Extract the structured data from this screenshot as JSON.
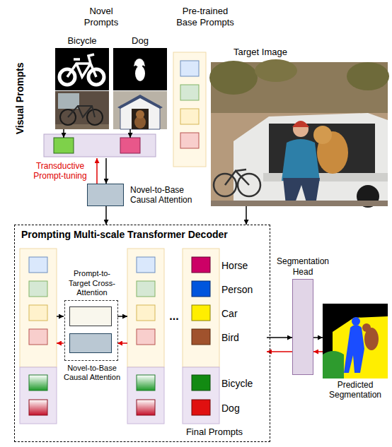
{
  "diagram": {
    "nodes": [
      {
        "text": [
          "Novel Prompts"
        ]
      },
      {
        "text": [
          "Bicycle"
        ],
        "in": 0
      },
      {
        "text": [
          "Dog"
        ],
        "in": 0
      },
      {
        "text": [
          "Pre-trained Base Prompts"
        ]
      },
      {
        "text": [
          "Target Image"
        ]
      },
      {
        "text": [
          "Novel-to-Base Causal Attention"
        ]
      },
      {
        "text": [
          "Prompting Multi-scale Transformer Decoder"
        ]
      },
      {
        "text": [
          "Prompt-to-Target Cross-Attention",
          "Novel-to-Base Causal Attention"
        ],
        "in": 6
      },
      {
        "text": [
          "Horse",
          "Person",
          "Car",
          "Bird",
          "Bicycle",
          "Dog",
          "Final Prompts"
        ],
        "in": 6
      },
      {
        "text": [
          "Segmentation Head"
        ]
      },
      {
        "text": [
          "Predicted Segmentation"
        ]
      }
    ],
    "edges": [
      {
        "from": 0,
        "to": 5,
        "arrow": "to"
      },
      {
        "from": 5,
        "to": 0,
        "arrow": "to",
        "label": "Transductive Prompt-tuning"
      },
      {
        "from": 5,
        "to": 6,
        "arrow": "to"
      },
      {
        "from": 4,
        "to": 6,
        "arrow": "to"
      },
      {
        "from": 8,
        "to": 9,
        "arrow": "to"
      },
      {
        "from": 9,
        "to": 8,
        "arrow": "to"
      },
      {
        "from": 9,
        "to": 10,
        "arrow": "to"
      },
      {
        "from": 10,
        "to": 9,
        "arrow": "to"
      }
    ],
    "labels": [
      "Visual Prompts",
      "..."
    ]
  }
}
